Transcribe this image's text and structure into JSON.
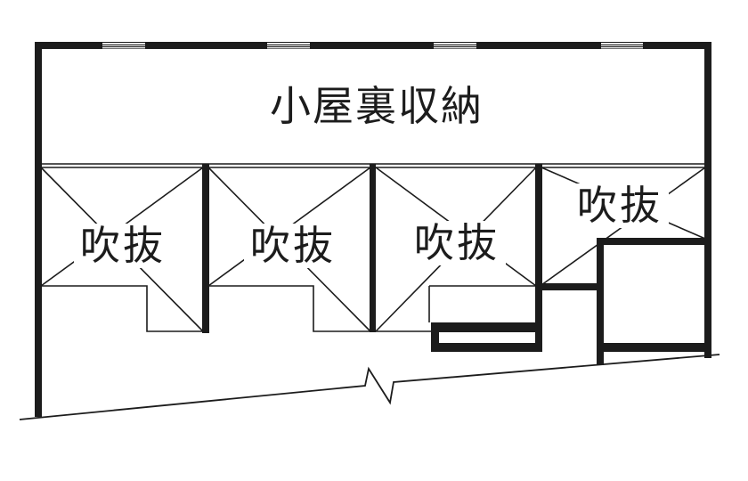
{
  "plan": {
    "attic_room": {
      "label": "小屋裏収納"
    },
    "void_rooms": [
      {
        "label": "吹抜"
      },
      {
        "label": "吹抜"
      },
      {
        "label": "吹抜"
      },
      {
        "label": "吹抜"
      }
    ]
  },
  "colors": {
    "line": "#1c1c1c",
    "background": "#ffffff"
  }
}
